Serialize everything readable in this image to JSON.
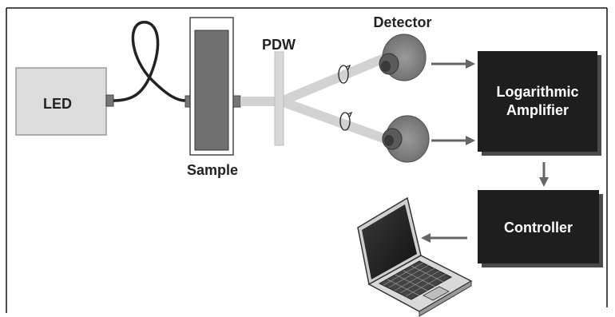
{
  "labels": {
    "led": "LED",
    "sample": "Sample",
    "pdw": "PDW",
    "detector": "Detector",
    "amplifier_line1": "Logarithmic",
    "amplifier_line2": "Amplifier",
    "controller": "Controller"
  },
  "colors": {
    "frame": "#111111",
    "led_fill": "#dcdcdc",
    "box_fill": "#1e1e1e",
    "beam": "#d2d2d2",
    "arrow": "#666666",
    "sample_fill": "#707070"
  }
}
